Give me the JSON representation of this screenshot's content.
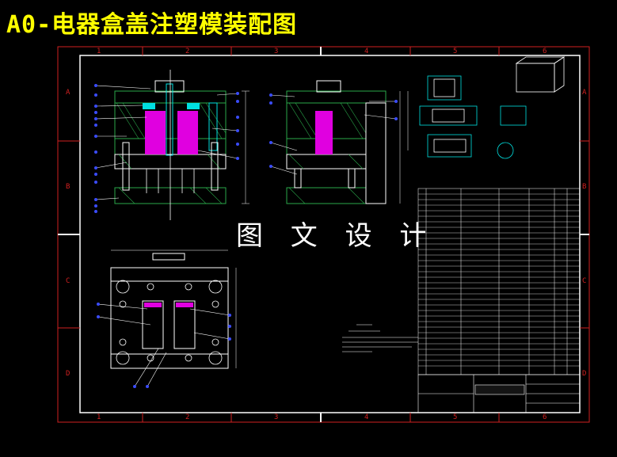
{
  "title": "A0-电器盒盖注塑模装配图",
  "watermark": "图 文 设 计",
  "zones": {
    "columns": [
      "1",
      "2",
      "3",
      "4",
      "5",
      "6"
    ],
    "rows": [
      "A",
      "B",
      "C",
      "D"
    ]
  },
  "colors": {
    "background": "#000000",
    "title": "#ffff00",
    "outer_frame": "#d02020",
    "inner_frame": "#ffffff",
    "hatch": "#2aa84a",
    "cavity": "#e000e0",
    "cyan": "#00e0e0",
    "leader_dot": "#3a4cff",
    "line": "#ffffff"
  }
}
